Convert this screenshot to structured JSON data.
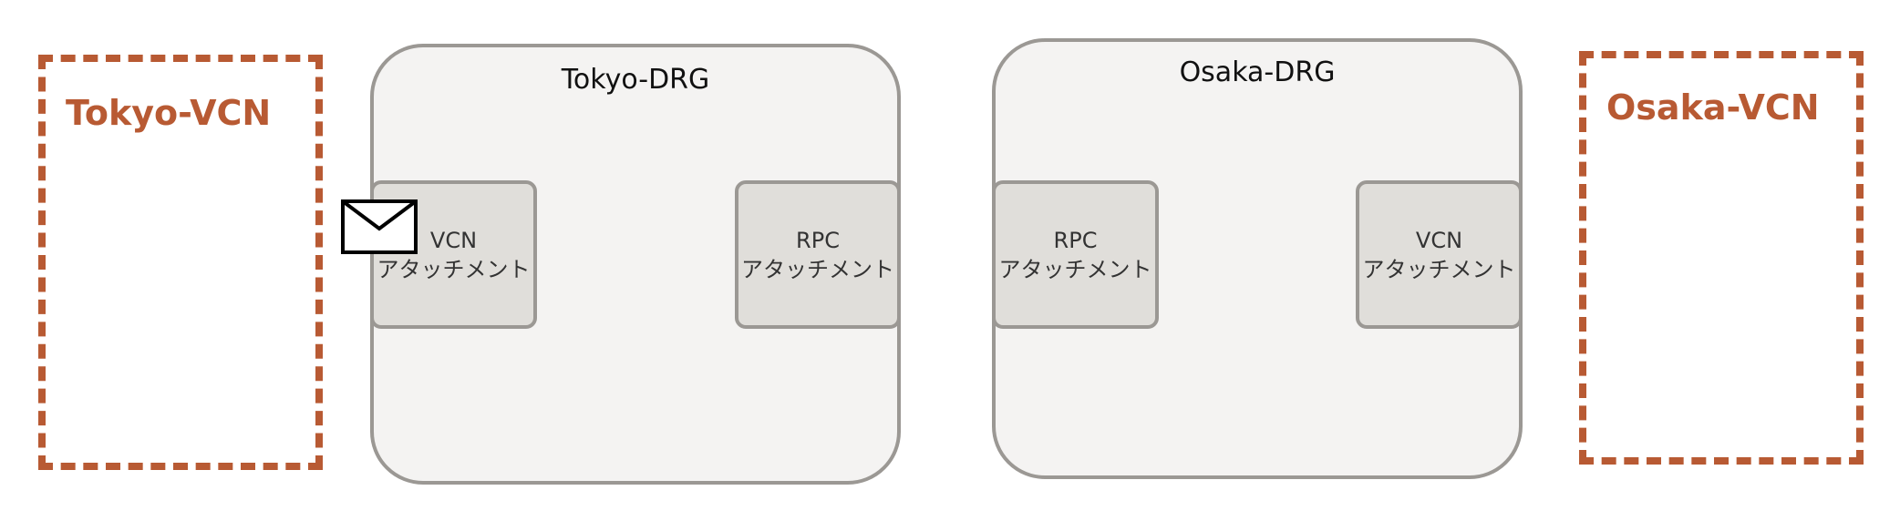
{
  "colors": {
    "vcn_border": "#b85a33",
    "drg_border": "#9b9894",
    "drg_fill": "#f4f3f2",
    "attachment_fill": "#e0deda"
  },
  "tokyo_vcn": {
    "label": "Tokyo-VCN"
  },
  "osaka_vcn": {
    "label": "Osaka-VCN"
  },
  "tokyo_drg": {
    "label": "Tokyo-DRG",
    "vcn_attachment": {
      "line1": "VCN",
      "line2": "アタッチメント"
    },
    "rpc_attachment": {
      "line1": "RPC",
      "line2": "アタッチメント"
    }
  },
  "osaka_drg": {
    "label": "Osaka-DRG",
    "rpc_attachment": {
      "line1": "RPC",
      "line2": "アタッチメント"
    },
    "vcn_attachment": {
      "line1": "VCN",
      "line2": "アタッチメント"
    }
  },
  "icons": {
    "message": "envelope-icon"
  }
}
